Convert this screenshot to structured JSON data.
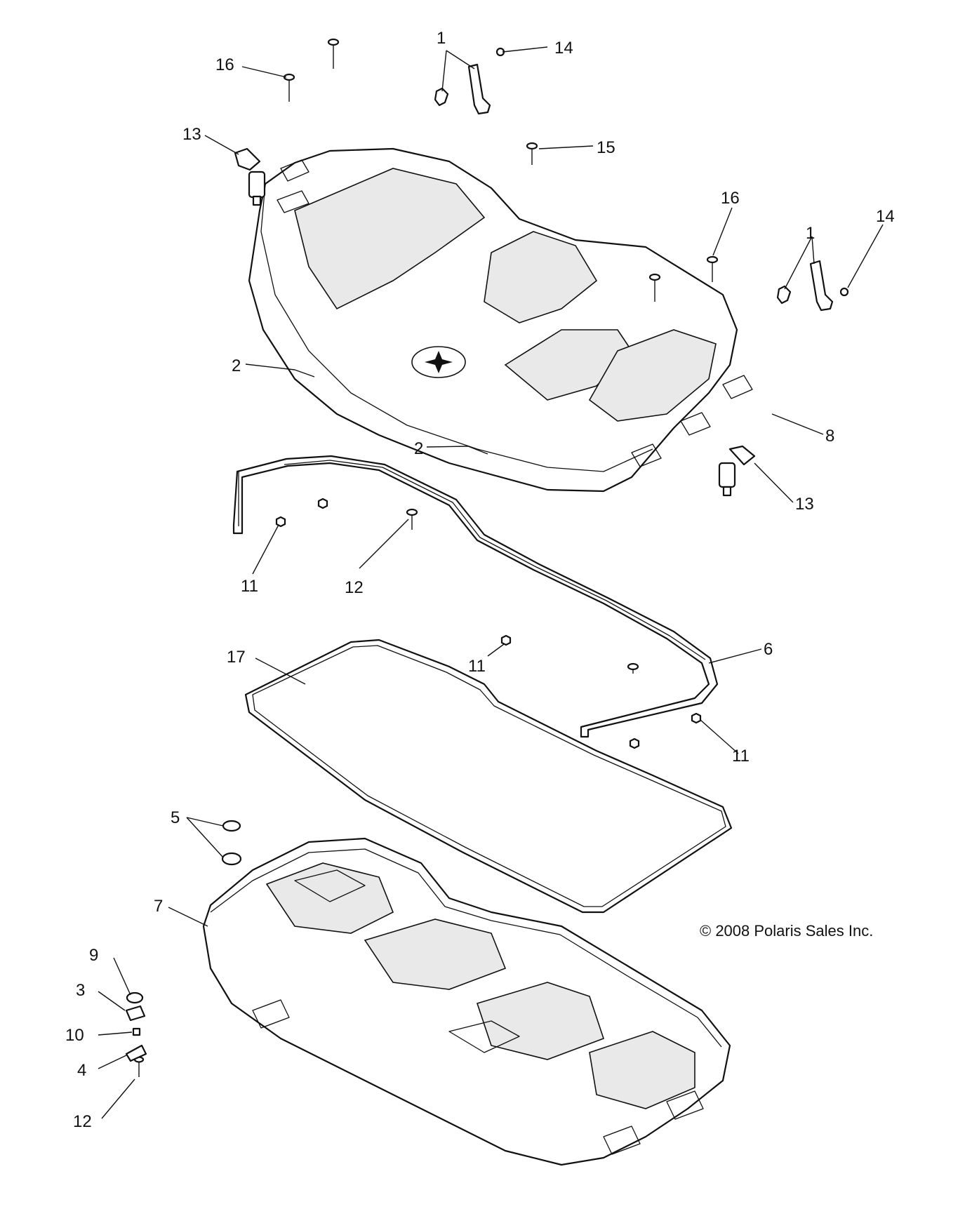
{
  "copyright": "© 2008 Polaris Sales Inc.",
  "callouts": [
    {
      "id": "c1a",
      "text": "1"
    },
    {
      "id": "c14a",
      "text": "14"
    },
    {
      "id": "c16a",
      "text": "16"
    },
    {
      "id": "c13a",
      "text": "13"
    },
    {
      "id": "c15",
      "text": "15"
    },
    {
      "id": "c16b",
      "text": "16"
    },
    {
      "id": "c1b",
      "text": "1"
    },
    {
      "id": "c14b",
      "text": "14"
    },
    {
      "id": "c2a",
      "text": "2"
    },
    {
      "id": "c8",
      "text": "8"
    },
    {
      "id": "c2b",
      "text": "2"
    },
    {
      "id": "c13b",
      "text": "13"
    },
    {
      "id": "c11a",
      "text": "11"
    },
    {
      "id": "c12a",
      "text": "12"
    },
    {
      "id": "c6",
      "text": "6"
    },
    {
      "id": "c17",
      "text": "17"
    },
    {
      "id": "c11b",
      "text": "11"
    },
    {
      "id": "c11c",
      "text": "11"
    },
    {
      "id": "c5",
      "text": "5"
    },
    {
      "id": "c7",
      "text": "7"
    },
    {
      "id": "c9",
      "text": "9"
    },
    {
      "id": "c3",
      "text": "3"
    },
    {
      "id": "c10",
      "text": "10"
    },
    {
      "id": "c4",
      "text": "4"
    },
    {
      "id": "c12b",
      "text": "12"
    }
  ]
}
